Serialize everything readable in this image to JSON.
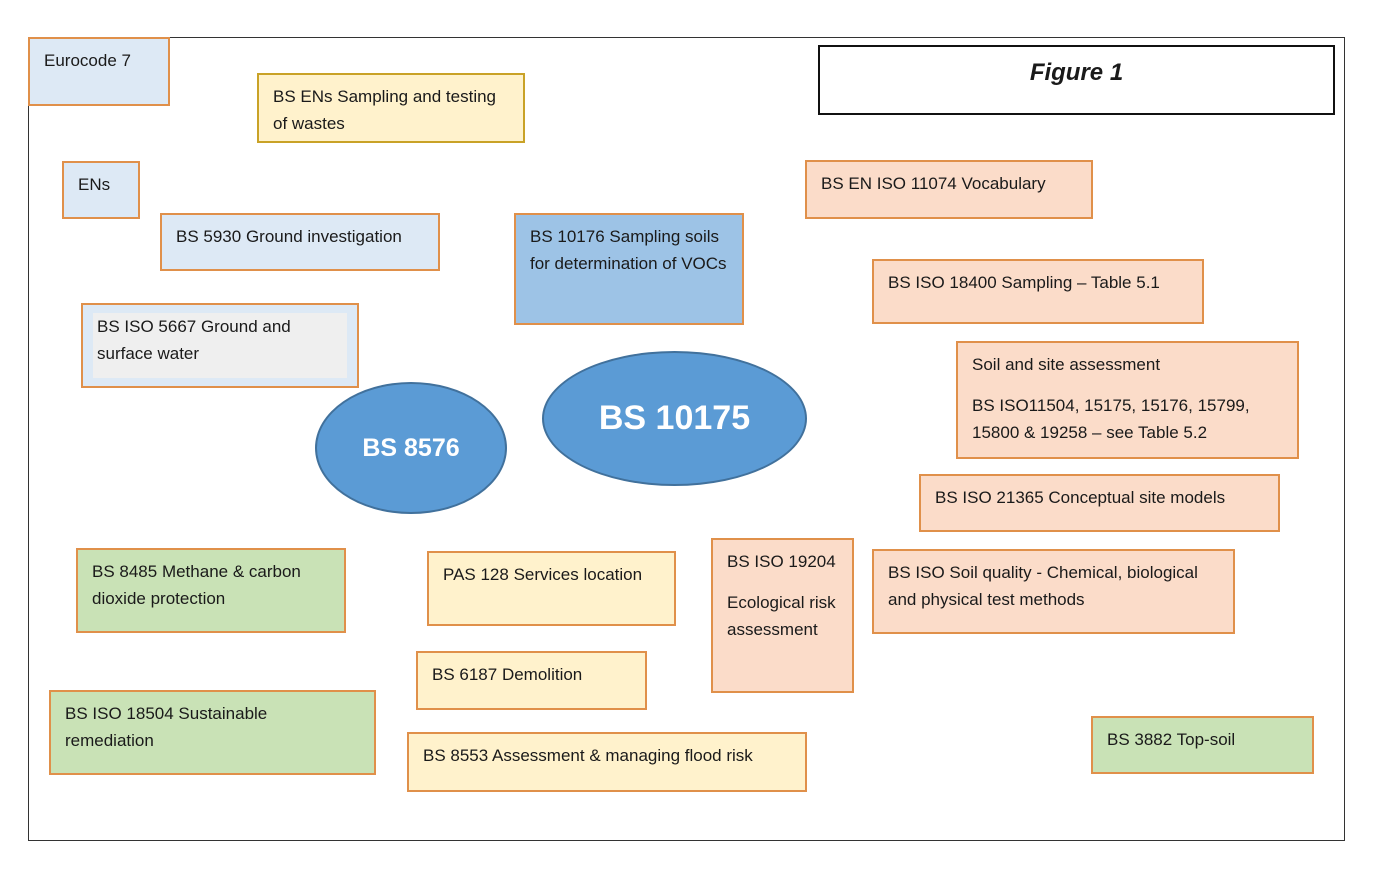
{
  "figure_label": "Figure 1",
  "centers": {
    "main": "BS 10175",
    "secondary": "BS 8576"
  },
  "boxes": {
    "eurocode7": "Eurocode 7",
    "bs_ens_wastes": "BS ENs Sampling and testing of wastes",
    "ens": "ENs",
    "bs5930": "BS 5930 Ground investigation",
    "bs_iso_5667": "BS ISO 5667 Ground and surface water",
    "bs10176": "BS 10176 Sampling soils for determination of VOCs",
    "bs_en_iso_11074": "BS EN ISO 11074 Vocabulary",
    "bs_iso_18400": "BS ISO 18400 Sampling – Table 5.1",
    "soil_site_title": "Soil and site assessment",
    "soil_site_body": "BS ISO11504, 15175, 15176, 15799, 15800 & 19258 – see Table 5.2",
    "bs_iso_21365": "BS ISO 21365 Conceptual site models",
    "bs_iso_soil_quality": "BS ISO Soil quality - Chemical, biological and physical test methods",
    "bs_iso_19204_title": "BS ISO 19204",
    "bs_iso_19204_body": "Ecological risk assessment",
    "pas128": "PAS 128 Services location",
    "bs6187": "BS 6187 Demolition",
    "bs8553": "BS 8553 Assessment & managing flood risk",
    "bs8485": "BS 8485 Methane & carbon dioxide protection",
    "bs_iso_18504": "BS ISO 18504 Sustainable remediation",
    "bs3882": "BS 3882 Top-soil"
  }
}
